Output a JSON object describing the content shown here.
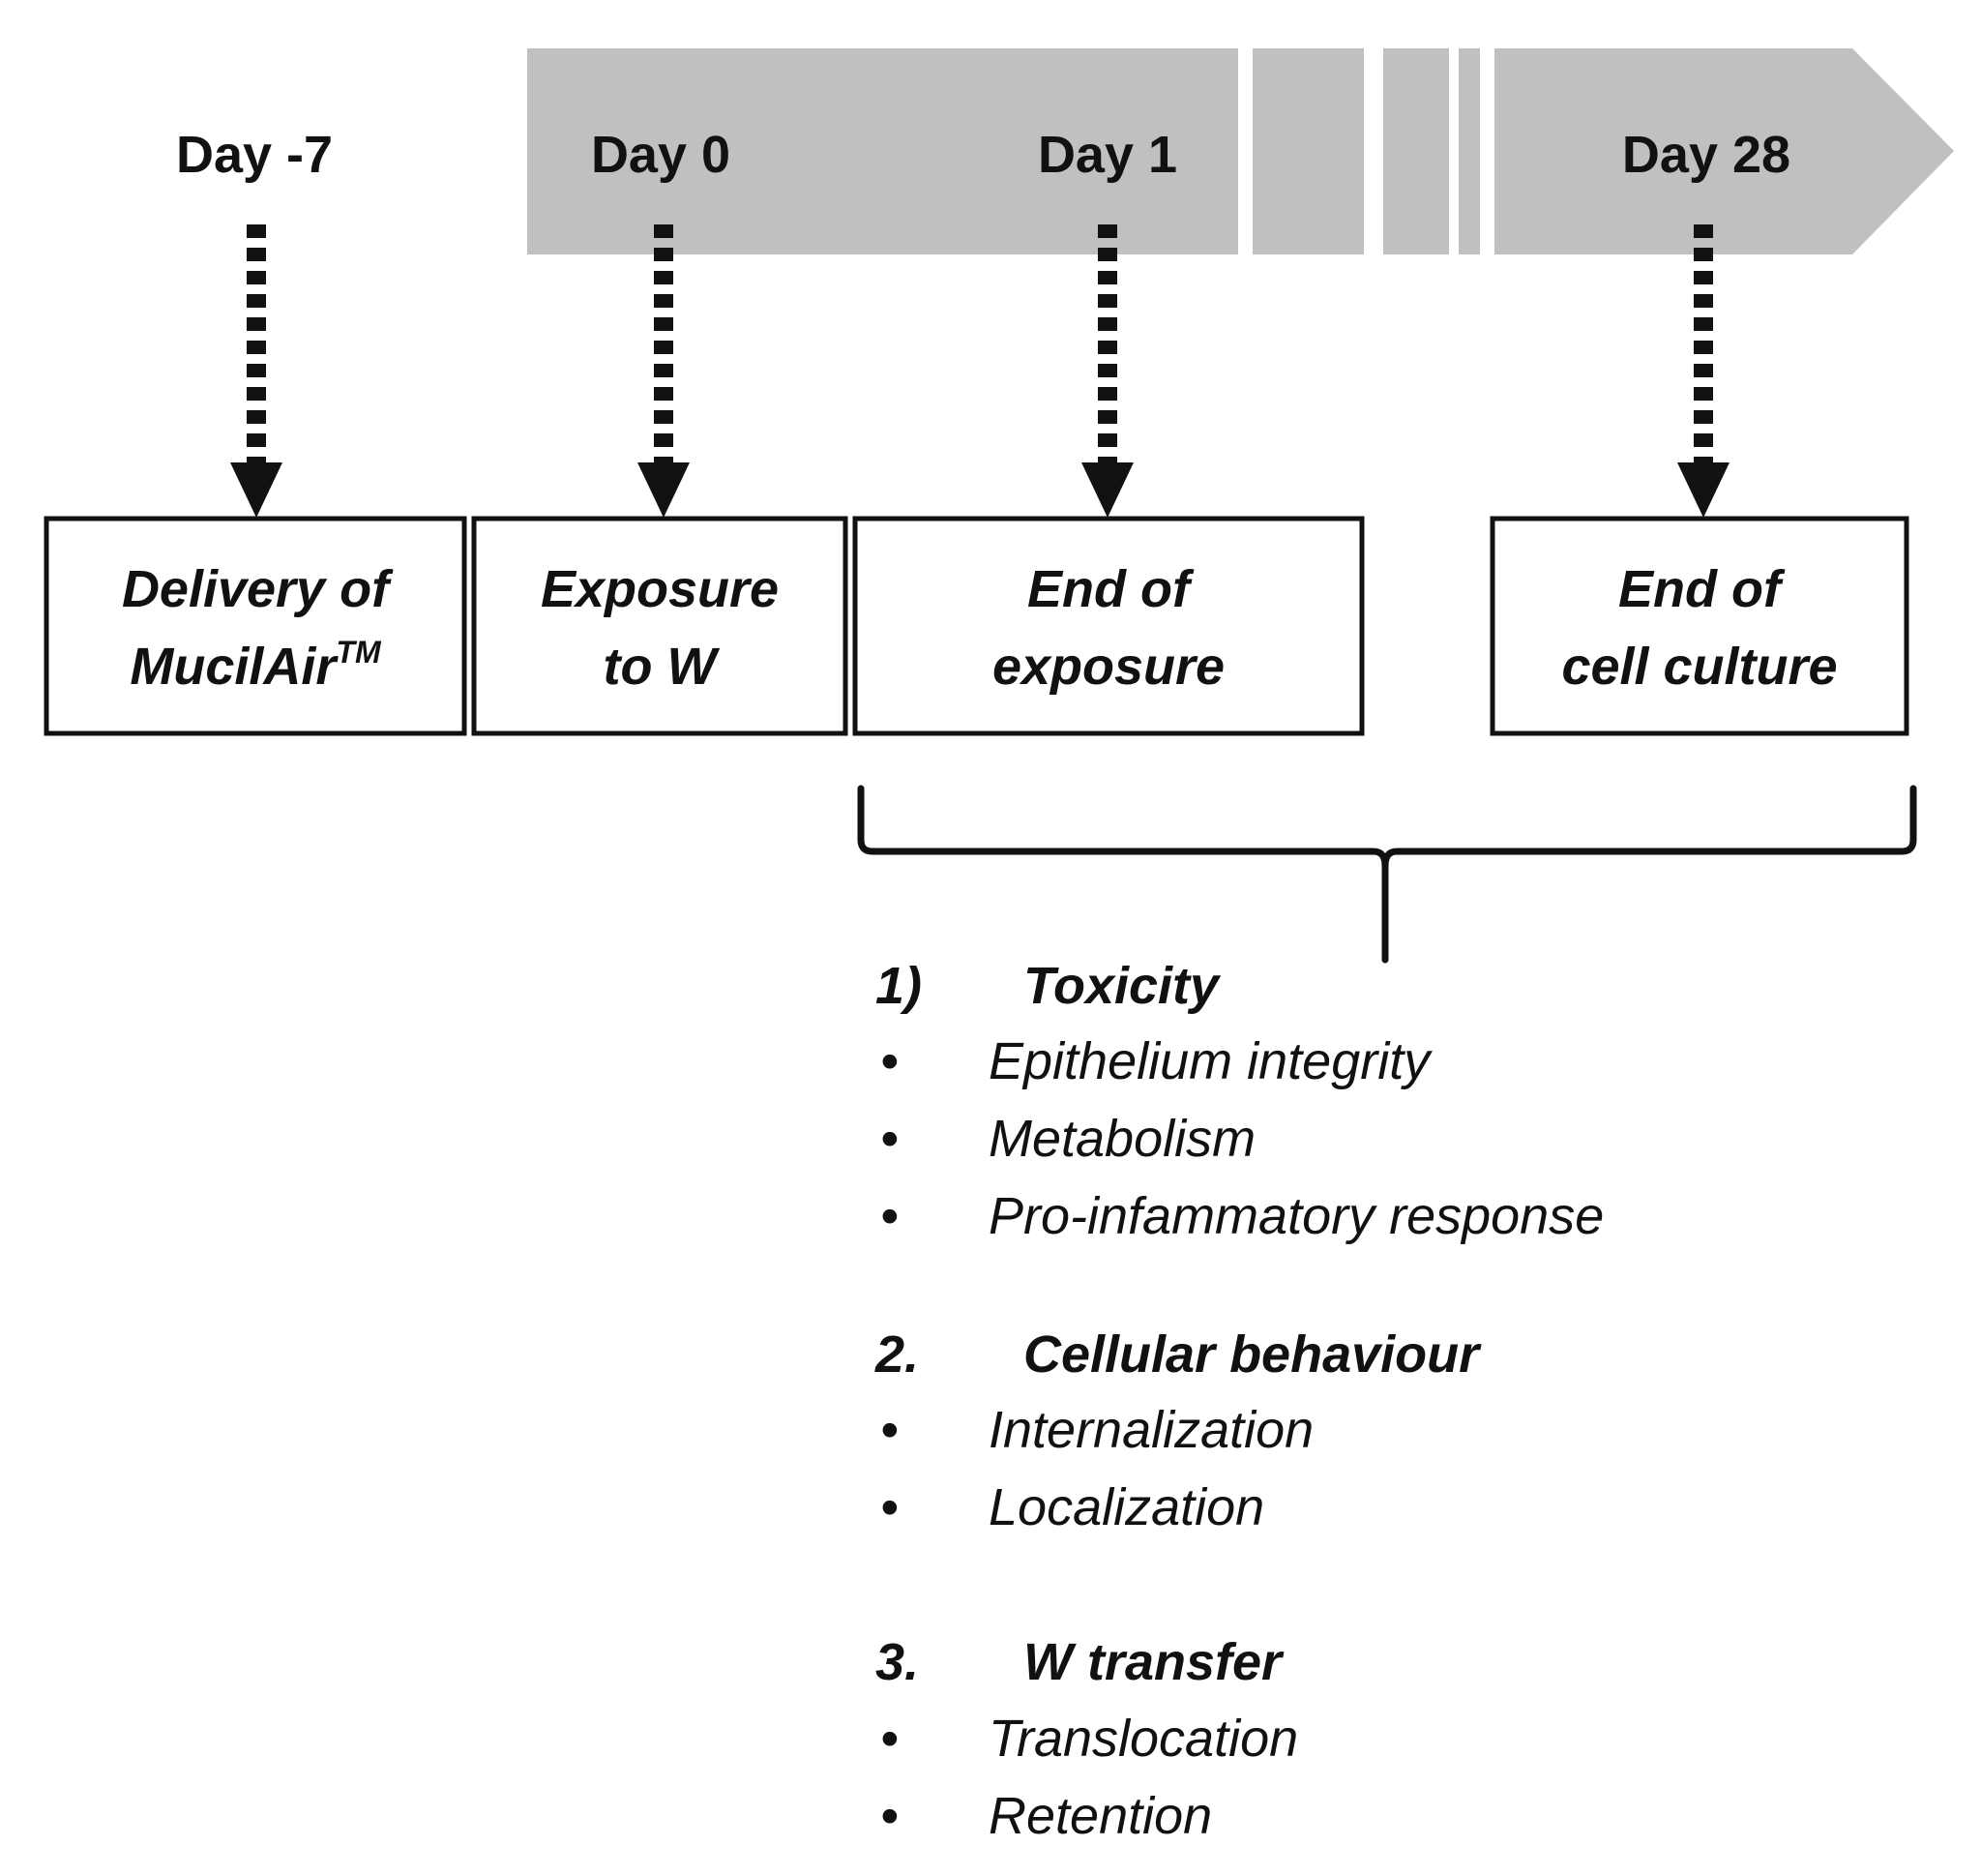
{
  "colors": {
    "timeline_band": "#c0c0c0",
    "ink": "#111111",
    "background": "#ffffff"
  },
  "days": [
    "Day -7",
    "Day 0",
    "Day 1",
    "Day 28"
  ],
  "boxes": [
    {
      "line1": "Delivery of",
      "line2": "MucilAir",
      "sup": "TM"
    },
    {
      "line1": "Exposure",
      "line2": "to W",
      "sup": ""
    },
    {
      "line1": "End of",
      "line2": "exposure",
      "sup": ""
    },
    {
      "line1": "End of",
      "line2": "cell culture",
      "sup": ""
    }
  ],
  "sections": [
    {
      "number": "1)",
      "title": "Toxicity",
      "items": [
        "Epithelium integrity",
        "Metabolism",
        "Pro-infammatory response"
      ]
    },
    {
      "number": "2.",
      "title": "Cellular behaviour",
      "items": [
        "Internalization",
        "Localization"
      ]
    },
    {
      "number": "3.",
      "title": "W transfer",
      "items": [
        "Translocation",
        "Retention"
      ]
    }
  ]
}
